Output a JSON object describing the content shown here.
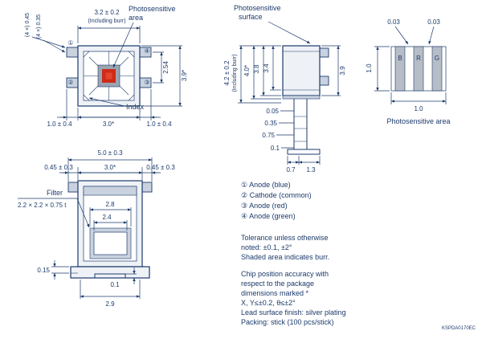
{
  "colors": {
    "line": "#1c3a6b",
    "red_outer": "#cf2a18",
    "red_inner": "#e2452c",
    "gray_die": "#9aa5b2",
    "gray_bar": "#b7bdc7",
    "burr": "#c9d2de"
  },
  "top_view": {
    "dim_width": "3.2 ± 0.2",
    "including_burr": "(Including burr)",
    "lead_dim_a": "(4 ×) 0.45",
    "lead_dim_b": "(4 ×) 0.35",
    "label_photo_1": "Photosensitive",
    "label_photo_2": "area",
    "pin_1": "①",
    "pin_2": "②",
    "pin_3": "③",
    "pin_4": "④",
    "dim_pitch": "2.54",
    "dim_height": "3.9*",
    "label_index": "Index",
    "dim_lead_left": "1.0 ± 0.4",
    "dim_body": "3.0*",
    "dim_lead_right": "1.0 ± 0.4"
  },
  "side_view": {
    "label_surface_1": "Photosensitive",
    "label_surface_2": "surface",
    "dim_total": "4.2 ± 0.2",
    "including_burr": "(Including burr)",
    "dim_40": "4.0*",
    "dim_38": "3.8",
    "dim_34": "3.4",
    "dim_39": "3.9",
    "dim_005": "0.05",
    "dim_035": "0.35",
    "dim_075": "0.75",
    "dim_01": "0.1",
    "dim_07": "0.7",
    "dim_13": "1.3"
  },
  "area_detail": {
    "dim_gap_left": "0.03",
    "dim_gap_right": "0.03",
    "bar_b": "B",
    "bar_r": "R",
    "bar_g": "G",
    "dim_h": "1.0",
    "dim_w": "1.0",
    "caption": "Photosensitive area"
  },
  "bottom_view": {
    "dim_total": "5.0 ± 0.3",
    "dim_left": "0.45 ± 0.3",
    "dim_body": "3.0*",
    "dim_right": "0.45 ± 0.3",
    "label_filter": "Filter",
    "filter_size": "2.2 × 2.2 × 0.75 t",
    "dim_28": "2.8",
    "dim_24": "2.4",
    "dim_015": "0.15",
    "dim_01": "0.1",
    "dim_29": "2.9"
  },
  "legend": {
    "pin_1": "① Anode (blue)",
    "pin_2": "② Cathode (common)",
    "pin_3": "③ Anode (red)",
    "pin_4": "④ Anode (green)"
  },
  "notes": {
    "line_1": "Tolerance unless otherwise",
    "line_2": "noted: ±0.1, ±2°",
    "line_3": "Shaded area indicates burr.",
    "line_4": "Chip position accuracy with",
    "line_5": "respect to the package",
    "line_6": "dimensions marked *",
    "line_7": "X, Y≤±0.2, θ≤±2°",
    "line_8": "Lead surface finish: silver plating",
    "line_9": "Packing: stick (100 pcs/stick)"
  },
  "doc_code": "KSPDA0170EC"
}
